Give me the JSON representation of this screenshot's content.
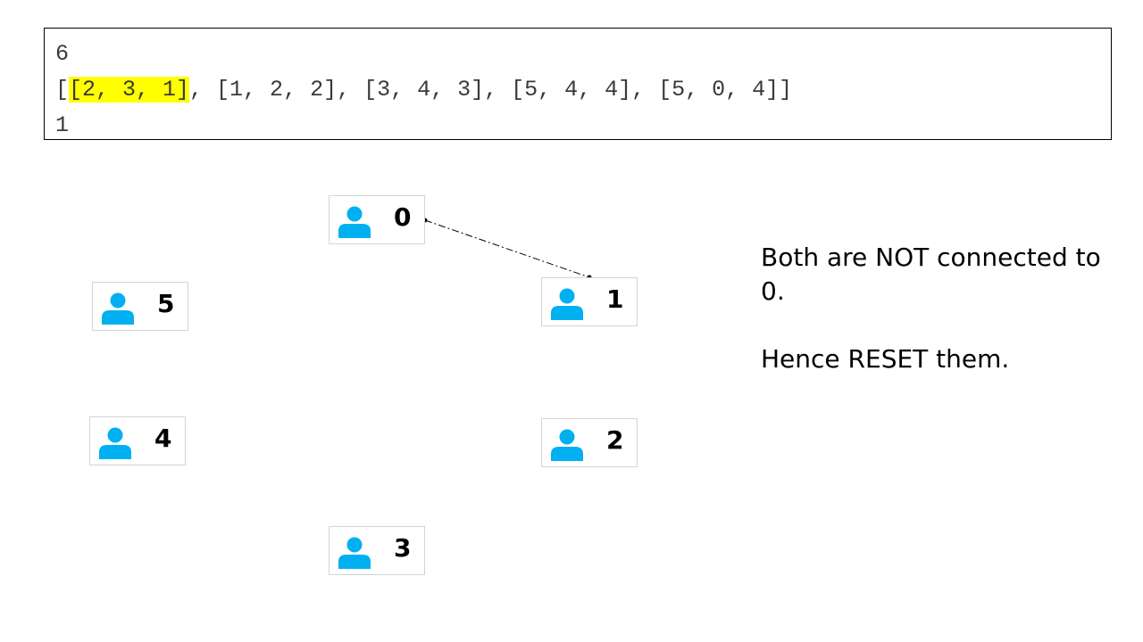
{
  "input": {
    "line1": "6",
    "line2_open": "[",
    "line2_highlight": "[2, 3, 1]",
    "line2_rest": ", [1, 2, 2], [3, 4, 3], [5, 4, 4], [5, 0, 4]]",
    "line3": "1"
  },
  "nodes": {
    "n0": "0",
    "n1": "1",
    "n2": "2",
    "n3": "3",
    "n4": "4",
    "n5": "5"
  },
  "edges": [
    {
      "from": "0",
      "to": "1",
      "style": "dash-dot"
    }
  ],
  "note": {
    "line1": "Both are NOT connected to 0.",
    "line2": "Hence RESET them."
  },
  "colors": {
    "person_icon": "#00b0f0",
    "highlight": "#ffff00",
    "node_border": "#d4d4d4"
  },
  "icons": {
    "node_icon": "person-icon"
  }
}
